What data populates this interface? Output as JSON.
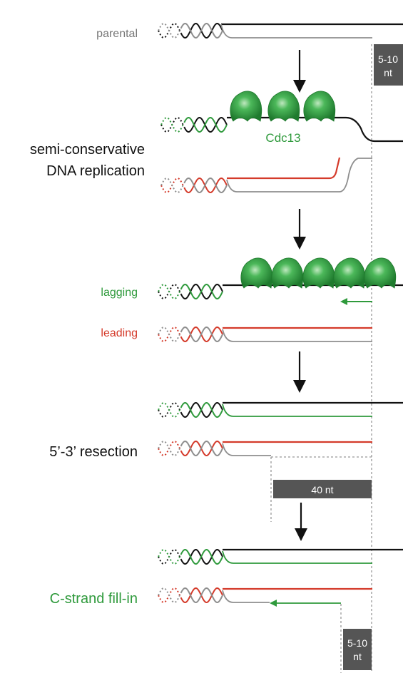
{
  "labels": {
    "parental": "parental",
    "semi_conservative_line1": "semi-conservative",
    "semi_conservative_line2": "DNA replication",
    "cdc13": "Cdc13",
    "lagging": "lagging",
    "leading": "leading",
    "resection": "5’-3’ resection",
    "fill_in": "C-strand fill-in"
  },
  "badges": {
    "top_line1": "5-10",
    "top_line2": "nt",
    "mid": "40 nt",
    "bottom_line1": "5-10",
    "bottom_line2": "nt"
  },
  "colors": {
    "black": "#111111",
    "gray": "#8e8e8e",
    "red": "#d43a2a",
    "green": "#2f9a3c",
    "cdc13_green": "#2e9a3f",
    "badge": "#555555",
    "dotted": "#999999"
  }
}
